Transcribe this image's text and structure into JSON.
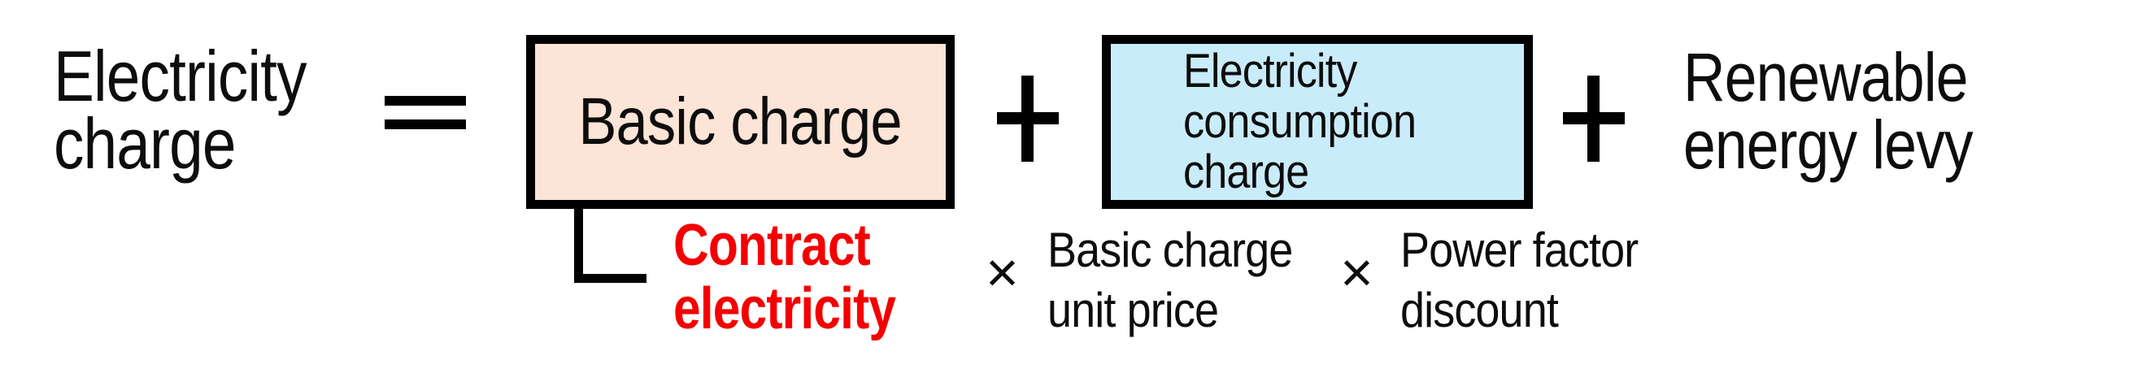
{
  "colors": {
    "background": "#ffffff",
    "text": "#0d0d0d",
    "box_border": "#000000",
    "basic_charge_fill": "#fce4d6",
    "consumption_fill": "#c9ecfa",
    "emphasis_red": "#f40000"
  },
  "equation": {
    "result": {
      "lines": [
        "Electricity",
        "charge"
      ]
    },
    "equals_sign": "=",
    "plus_sign": "+",
    "terms": [
      {
        "id": "basic-charge",
        "lines": [
          "Basic charge"
        ]
      },
      {
        "id": "consumption-charge",
        "lines": [
          "Electricity",
          "consumption",
          "charge"
        ]
      },
      {
        "id": "renewable-levy",
        "lines": [
          "Renewable",
          "energy levy"
        ]
      }
    ]
  },
  "breakdown": {
    "times_sign": "×",
    "factors": [
      {
        "id": "contract-electricity",
        "lines": [
          "Contract",
          "electricity"
        ],
        "emphasized": true
      },
      {
        "id": "basic-charge-unit-price",
        "lines": [
          "Basic charge",
          "unit price"
        ],
        "emphasized": false
      },
      {
        "id": "power-factor-discount",
        "lines": [
          "Power factor",
          "discount"
        ],
        "emphasized": false
      }
    ]
  }
}
